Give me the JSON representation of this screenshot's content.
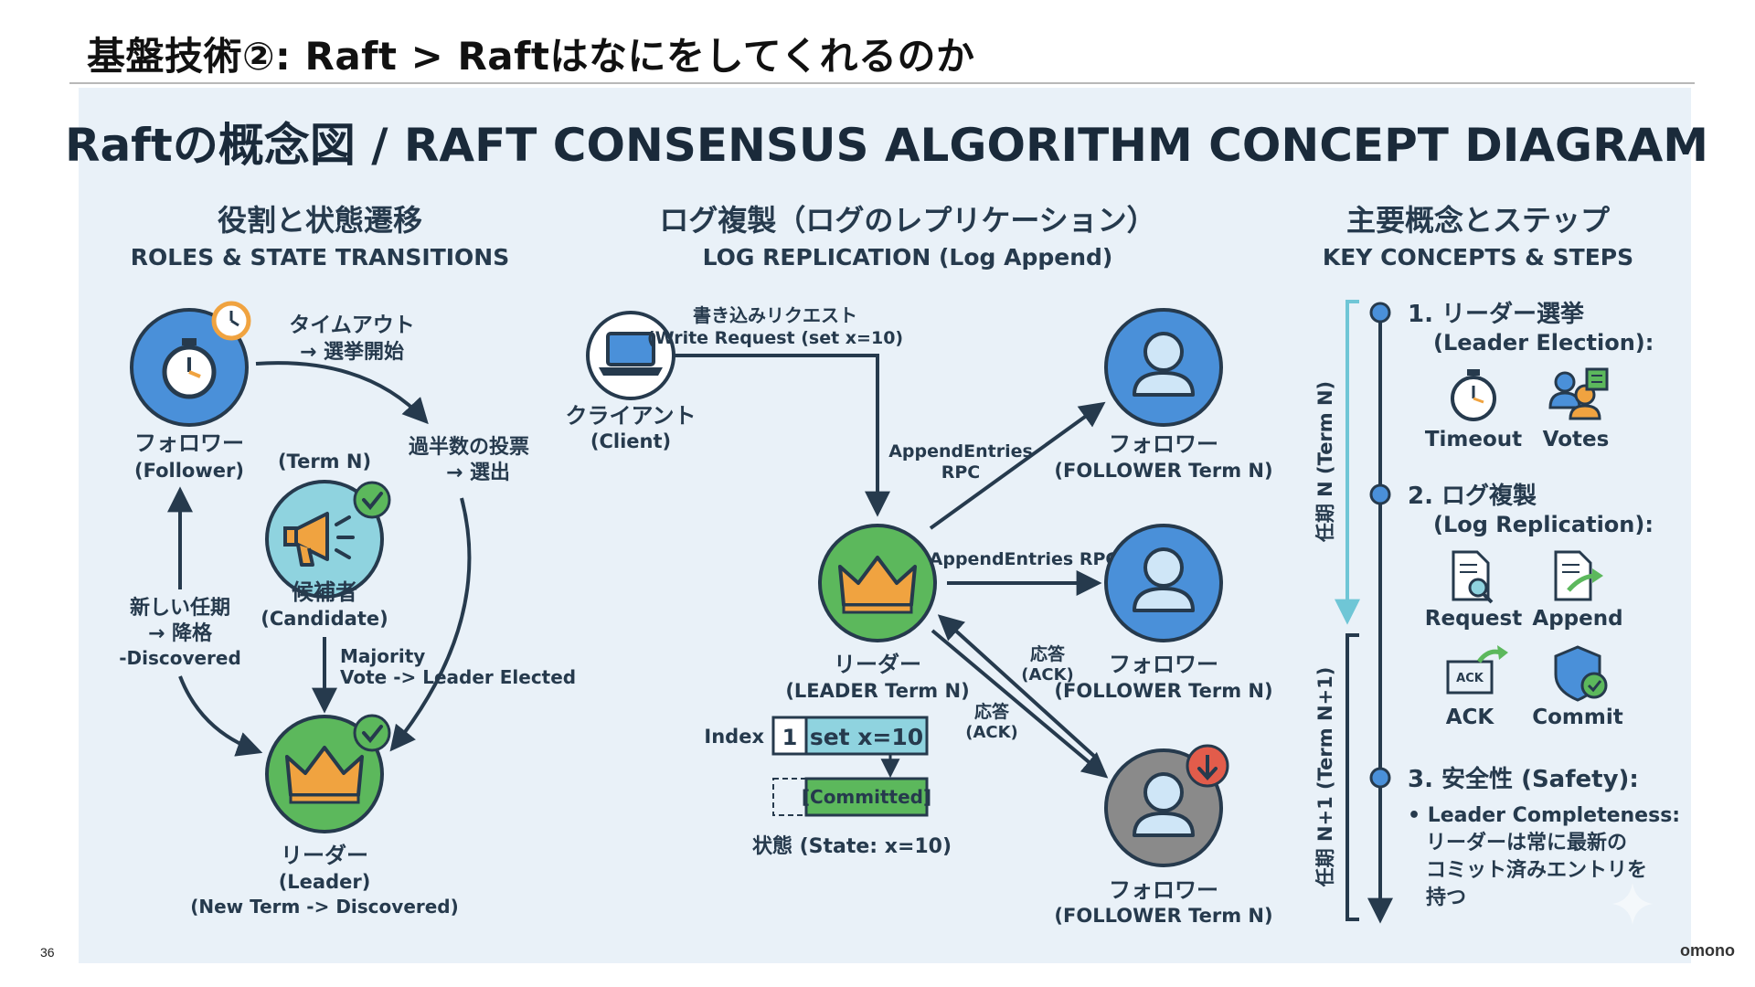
{
  "slide": {
    "title": "基盤技術②: Raft > Raftはなにをしてくれるのか",
    "page_number": "36",
    "logo_text": "omono"
  },
  "diagram": {
    "title": "Raftの概念図 / RAFT CONSENSUS ALGORITHM CONCEPT DIAGRAM",
    "colors": {
      "navy": "#263a4d",
      "blue": "#4a90d9",
      "green": "#5cb85c",
      "teal": "#8fd3df",
      "gray": "#8a8a8a",
      "orange": "#f0a340",
      "red": "#e25c4b",
      "panel_bg": "#e9f1f8"
    },
    "roles": {
      "heading_ja": "役割と状態遷移",
      "heading_en": "ROLES & STATE TRANSITIONS",
      "follower_ja": "フォロワー",
      "follower_en": "(Follower)",
      "timeout_ja": "タイムアウト",
      "timeout_start": "→ 選挙開始",
      "term_n": "(Term N)",
      "majority_ja": "過半数の投票",
      "majority_elect": "→ 選出",
      "candidate_ja": "候補者",
      "candidate_en": "(Candidate)",
      "new_term_ja": "新しい任期",
      "new_term_step": "→ 降格",
      "new_term_en": "-Discovered",
      "majority_en_1": "Majority",
      "majority_en_2": "Vote -> Leader Elected",
      "leader_ja": "リーダー",
      "leader_en": "(Leader)",
      "leader_note": "(New Term -> Discovered)",
      "icons": [
        "stopwatch-icon",
        "clock-icon",
        "megaphone-icon",
        "crown-icon",
        "check-icon"
      ]
    },
    "log": {
      "heading_ja": "ログ複製（ログのレプリケーション）",
      "heading_en": "LOG REPLICATION (Log Append)",
      "write_req_ja": "書き込みリクエスト",
      "write_req_en": "(Write Request (set x=10)",
      "client_ja": "クライアント",
      "client_en": "(Client)",
      "append_rpc_1": "AppendEntries",
      "append_rpc_2": "RPC",
      "append_rpc_full": "AppendEntries RPC",
      "leader_ja": "リーダー",
      "leader_en": "(LEADER Term N)",
      "ack_ja": "応答",
      "ack_en": "(ACK)",
      "follower_ja": "フォロワー",
      "follower_en": "(FOLLOWER Term N)",
      "index_label": "Index",
      "index_value": "1",
      "entry": "set x=10",
      "committed": "[Committed]",
      "state": "状態 (State: x=10)",
      "icons": [
        "laptop-icon",
        "user-icon",
        "crown-icon",
        "down-arrow-icon"
      ]
    },
    "concepts": {
      "heading_ja": "主要概念とステップ",
      "heading_en": "KEY CONCEPTS & STEPS",
      "term_n_label": "任期 N (Term N)",
      "term_n1_label": "任期 N+1 (Term N+1)",
      "step1_title": "1. リーダー選挙",
      "step1_sub": "(Leader Election):",
      "timeout": "Timeout",
      "votes": "Votes",
      "step2_title": "2. ログ複製",
      "step2_sub": "(Log Replication):",
      "request": "Request",
      "append": "Append",
      "ack": "ACK",
      "ack_icon_text": "ACK",
      "commit": "Commit",
      "step3_title": "3. 安全性 (Safety):",
      "bullet_1": "• Leader Completeness:",
      "bullet_2": "リーダーは常に最新の",
      "bullet_3": "コミット済みエントリを",
      "bullet_4": "持つ",
      "icons": [
        "stopwatch-icon",
        "voters-icon",
        "document-search-icon",
        "document-append-icon",
        "ack-icon",
        "shield-check-icon",
        "sparkle-icon"
      ]
    }
  }
}
